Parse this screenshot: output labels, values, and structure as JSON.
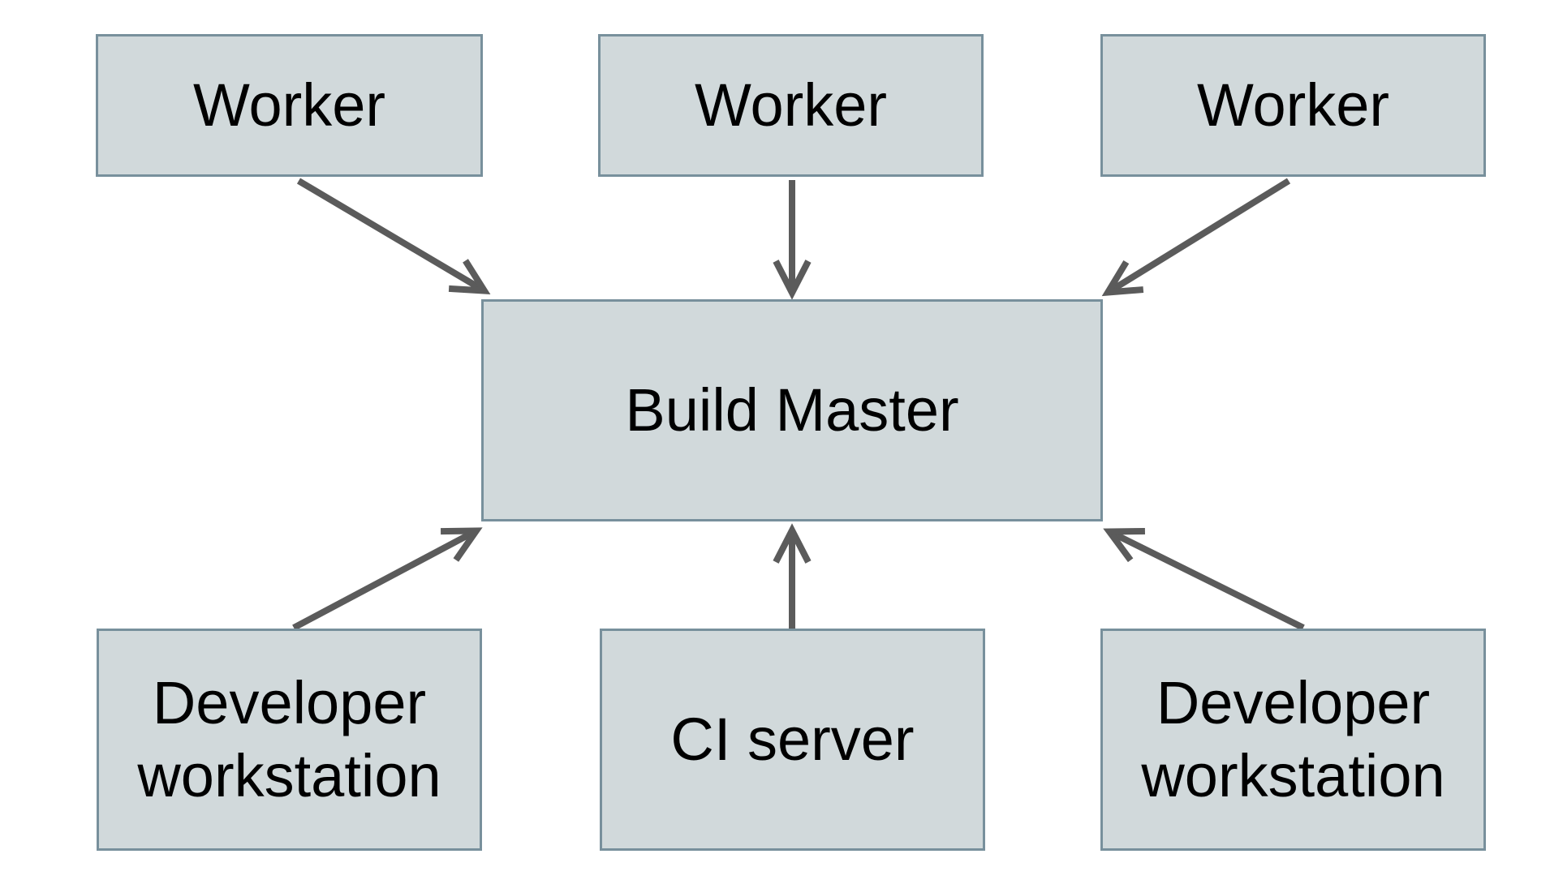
{
  "diagram": {
    "type": "architecture-diagram",
    "nodes": [
      {
        "id": "worker-1",
        "label": "Worker",
        "row": "top"
      },
      {
        "id": "worker-2",
        "label": "Worker",
        "row": "top"
      },
      {
        "id": "worker-3",
        "label": "Worker",
        "row": "top"
      },
      {
        "id": "build-master",
        "label": "Build Master",
        "row": "middle"
      },
      {
        "id": "developer-workstation-left",
        "label": "Developer workstation",
        "row": "bottom"
      },
      {
        "id": "ci-server",
        "label": "CI server",
        "row": "bottom"
      },
      {
        "id": "developer-workstation-right",
        "label": "Developer workstation",
        "row": "bottom"
      }
    ],
    "edges": [
      {
        "from": "worker-1",
        "to": "build-master",
        "direction": "down-right"
      },
      {
        "from": "worker-2",
        "to": "build-master",
        "direction": "down"
      },
      {
        "from": "worker-3",
        "to": "build-master",
        "direction": "down-left"
      },
      {
        "from": "developer-workstation-left",
        "to": "build-master",
        "direction": "up-right"
      },
      {
        "from": "ci-server",
        "to": "build-master",
        "direction": "up"
      },
      {
        "from": "developer-workstation-right",
        "to": "build-master",
        "direction": "up-left"
      }
    ],
    "colors": {
      "node-fill": "#d1d9db",
      "node-border": "#78909c",
      "arrow": "#5b5b5b",
      "text": "#000000",
      "background": "#ffffff"
    }
  }
}
